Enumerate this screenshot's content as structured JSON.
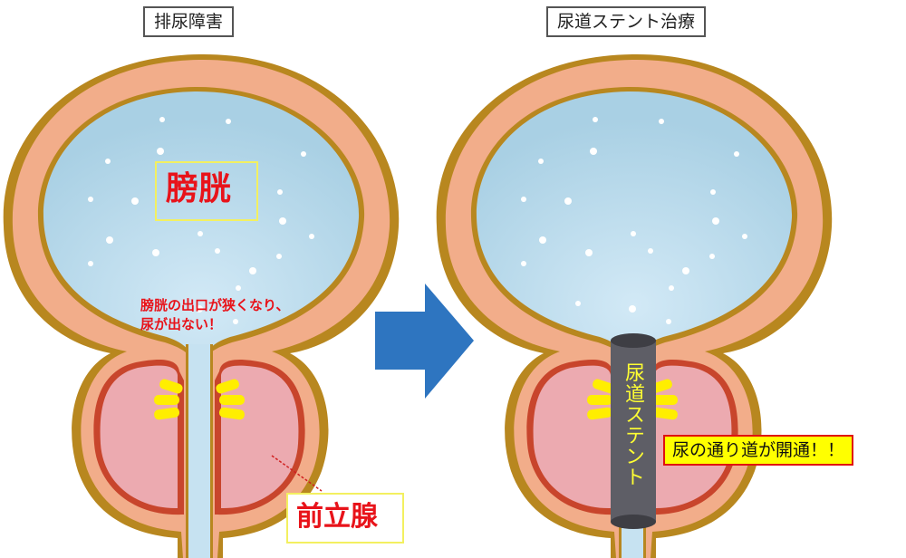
{
  "left_panel": {
    "title": "排尿障害",
    "bladder_label": "膀胱",
    "note_line1": "膀胱の出口が狭くなり、",
    "note_line2": "尿が出ない！",
    "prostate_label": "前立腺"
  },
  "right_panel": {
    "title": "尿道ステント治療",
    "stent_label": "尿道ステント",
    "callout": "尿の通り道が開通！！"
  },
  "arrow": {
    "direction": "right",
    "color": "#2e75c0"
  },
  "colors": {
    "bladder_outline": "#b8871f",
    "bladder_wall": "#f2ad8a",
    "urine": "#b3d8ea",
    "prostate": "#ecaab0",
    "prostate_border": "#c8452c",
    "pressure_marks": "#ffee00",
    "stent": "#5e5e66",
    "label_red": "#e8131a"
  }
}
